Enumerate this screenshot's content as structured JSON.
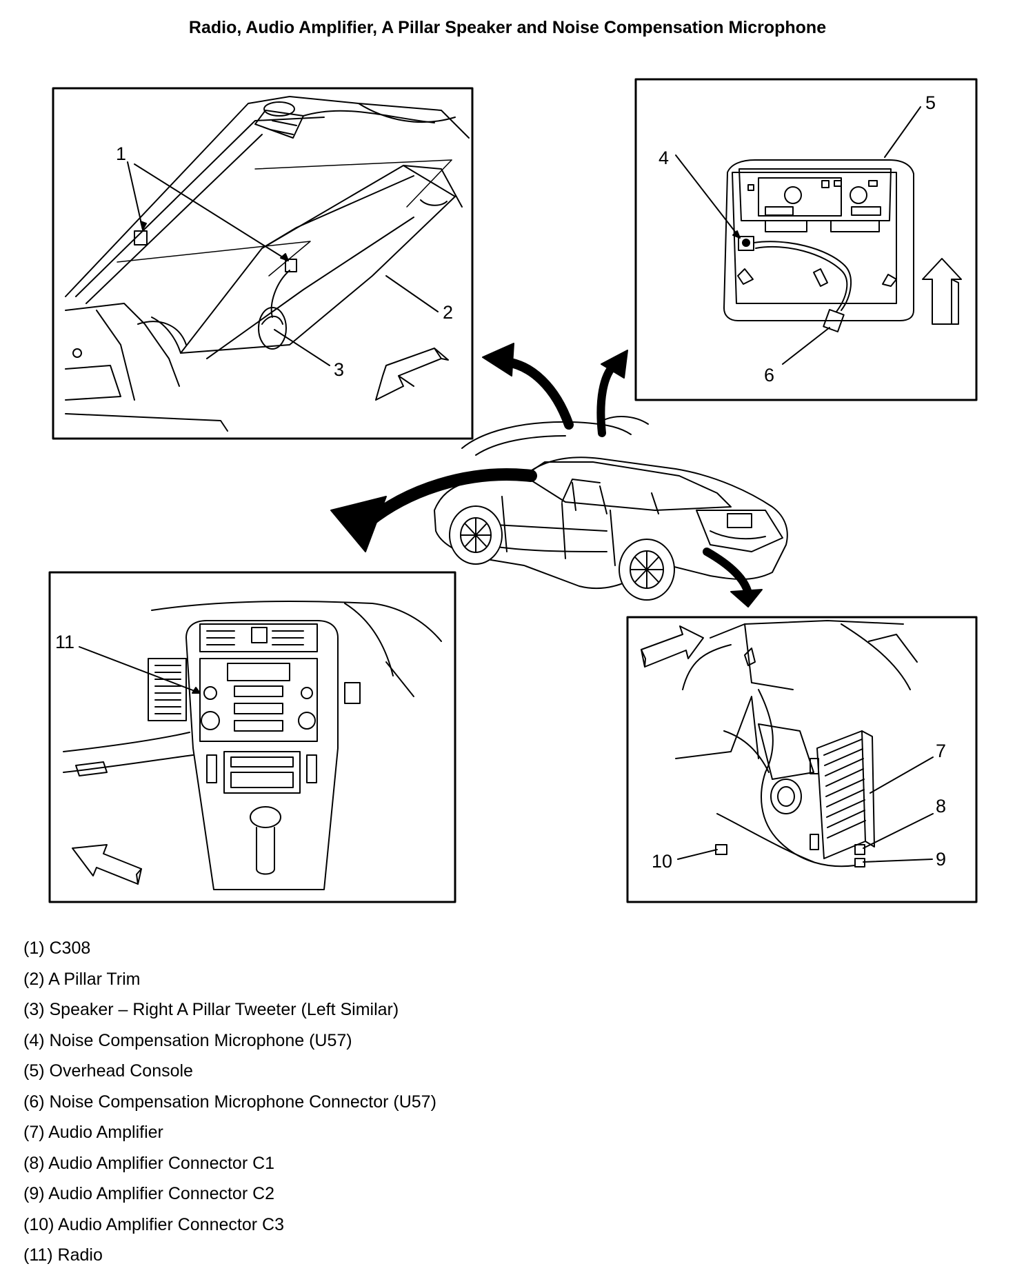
{
  "title": "Radio, Audio Amplifier, A Pillar Speaker and Noise Compensation Microphone",
  "callouts": {
    "c1": "1",
    "c2": "2",
    "c3": "3",
    "c4": "4",
    "c5": "5",
    "c6": "6",
    "c7": "7",
    "c8": "8",
    "c9": "9",
    "c10": "10",
    "c11": "11"
  },
  "legend": [
    "(1) C308",
    "(2) A Pillar Trim",
    "(3) Speaker – Right A Pillar Tweeter (Left Similar)",
    "(4) Noise Compensation Microphone (U57)",
    "(5) Overhead Console",
    "(6) Noise Compensation Microphone Connector (U57)",
    "(7) Audio Amplifier",
    "(8) Audio Amplifier Connector C1",
    "(9) Audio Amplifier Connector C2",
    "(10) Audio Amplifier Connector C3",
    "(11) Radio"
  ]
}
